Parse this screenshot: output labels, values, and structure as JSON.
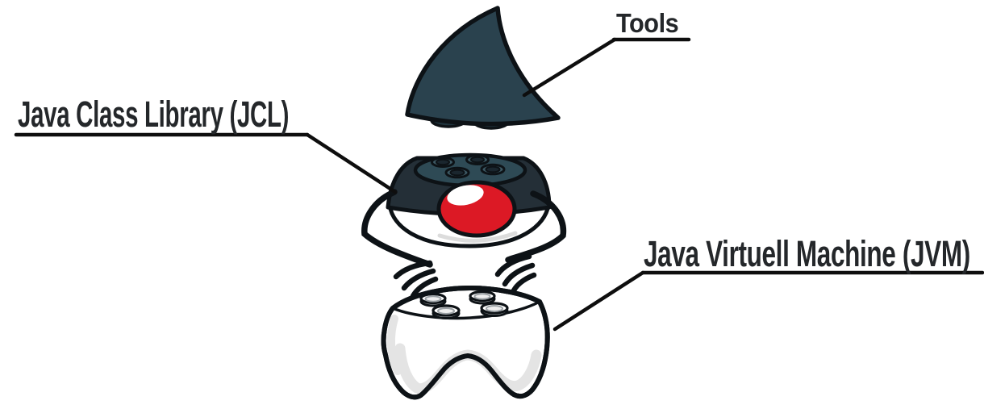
{
  "labels": {
    "tools": "Tools",
    "jcl": "Java Class Library (JCL)",
    "jvm": "Java Virtuell Machine (JVM)"
  },
  "figure": {
    "subject": "java-duke-mascot-exploded-view",
    "pieces": [
      {
        "name": "duke-hat-piece",
        "callout": "Tools"
      },
      {
        "name": "duke-head-piece",
        "callout": "Java Class Library (JCL)"
      },
      {
        "name": "duke-base-piece",
        "callout": "Java Virtuell Machine (JVM)"
      }
    ]
  },
  "colors": {
    "background": "#ffffff",
    "text": "#24272a",
    "line": "#0e0e0e",
    "outline": "#0d1216",
    "hat_fill": "#2a424e",
    "disk_fill": "#2e4a55",
    "stud_rim": "#3c5863",
    "stud_hole": "#1a262e",
    "band_fill": "#242f37",
    "nose_red": "#dc1925",
    "body_white": "#ffffff",
    "shade_gray": "#e4e4e4"
  }
}
